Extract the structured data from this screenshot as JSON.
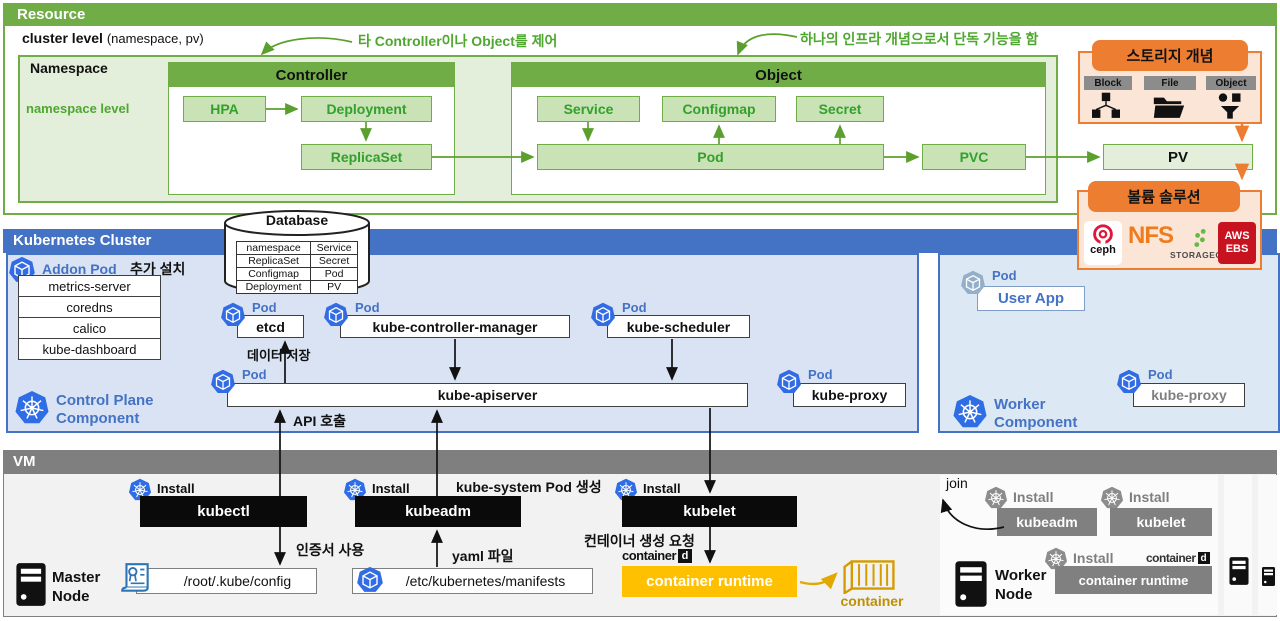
{
  "resource": {
    "header": "Resource",
    "cluster_level": "cluster level",
    "cluster_level_note": "(namespace, pv)",
    "annotation_controller": "타 Controller이나 Object를 제어",
    "annotation_object": "하나의 인프라 개념으로서 단독 기능을 함",
    "namespace_label": "Namespace",
    "namespace_level": "namespace  level",
    "controller": {
      "title": "Controller",
      "hpa": "HPA",
      "deployment": "Deployment",
      "replicaset": "ReplicaSet"
    },
    "object": {
      "title": "Object",
      "service": "Service",
      "configmap": "Configmap",
      "secret": "Secret",
      "pod": "Pod",
      "pvc": "PVC"
    },
    "pv": "PV",
    "storage": {
      "title": "스토리지 개념",
      "types": [
        "Block",
        "File",
        "Object"
      ]
    },
    "volume": {
      "title": "볼륨 솔루션",
      "ceph": "ceph",
      "nfs": "NFS",
      "storageos": "STORAGEOS",
      "aws_line1": "AWS",
      "aws_line2": "EBS"
    }
  },
  "cluster": {
    "header": "Kubernetes Cluster",
    "database": {
      "title": "Database",
      "rows": [
        [
          "namespace",
          "Service"
        ],
        [
          "ReplicaSet",
          "Secret"
        ],
        [
          "Configmap",
          "Pod"
        ],
        [
          "Deployment",
          "PV"
        ]
      ]
    },
    "addon": {
      "pod_label": "Addon Pod",
      "note": "추가 설치",
      "items": [
        "metrics-server",
        "coredns",
        "calico",
        "kube-dashboard"
      ]
    },
    "pod_label": "Pod",
    "etcd": "etcd",
    "kcm": "kube-controller-manager",
    "scheduler": "kube-scheduler",
    "apiserver": "kube-apiserver",
    "kube_proxy": "kube-proxy",
    "kube_proxy_worker": "kube-proxy",
    "user_app": "User App",
    "data_save": "데이터 저장",
    "api_call": "API 호출",
    "control_plane_1": "Control Plane",
    "control_plane_2": "Component",
    "worker_1": "Worker",
    "worker_2": "Component"
  },
  "vm": {
    "header": "VM",
    "install": "Install",
    "kubectl": "kubectl",
    "kubeadm": "kubeadm",
    "kubelet": "kubelet",
    "pod_create": "kube-system Pod 생성",
    "cert_use": "인증서 사용",
    "yaml_file": "yaml 파일",
    "container_req": "컨테이너 생성 요청",
    "containerd_word": "container",
    "containerd_d": "d",
    "container_runtime": "container runtime",
    "container_label": "container",
    "kube_config": "/root/.kube/config",
    "manifests": "/etc/kubernetes/manifests",
    "master_1": "Master",
    "master_2": "Node",
    "join": "join",
    "worker": {
      "kubeadm": "kubeadm",
      "kubelet": "kubelet",
      "container_runtime": "container runtime",
      "containerd_word": "container",
      "containerd_d": "d"
    },
    "worker_node_1": "Worker",
    "worker_node_2": "Node"
  },
  "colors": {
    "green": "#70ad47",
    "blue": "#4472c4",
    "orange": "#ed7d31",
    "yellow": "#ffc000",
    "pod_blue": "#326ce5",
    "gray": "#7f7f7f"
  }
}
